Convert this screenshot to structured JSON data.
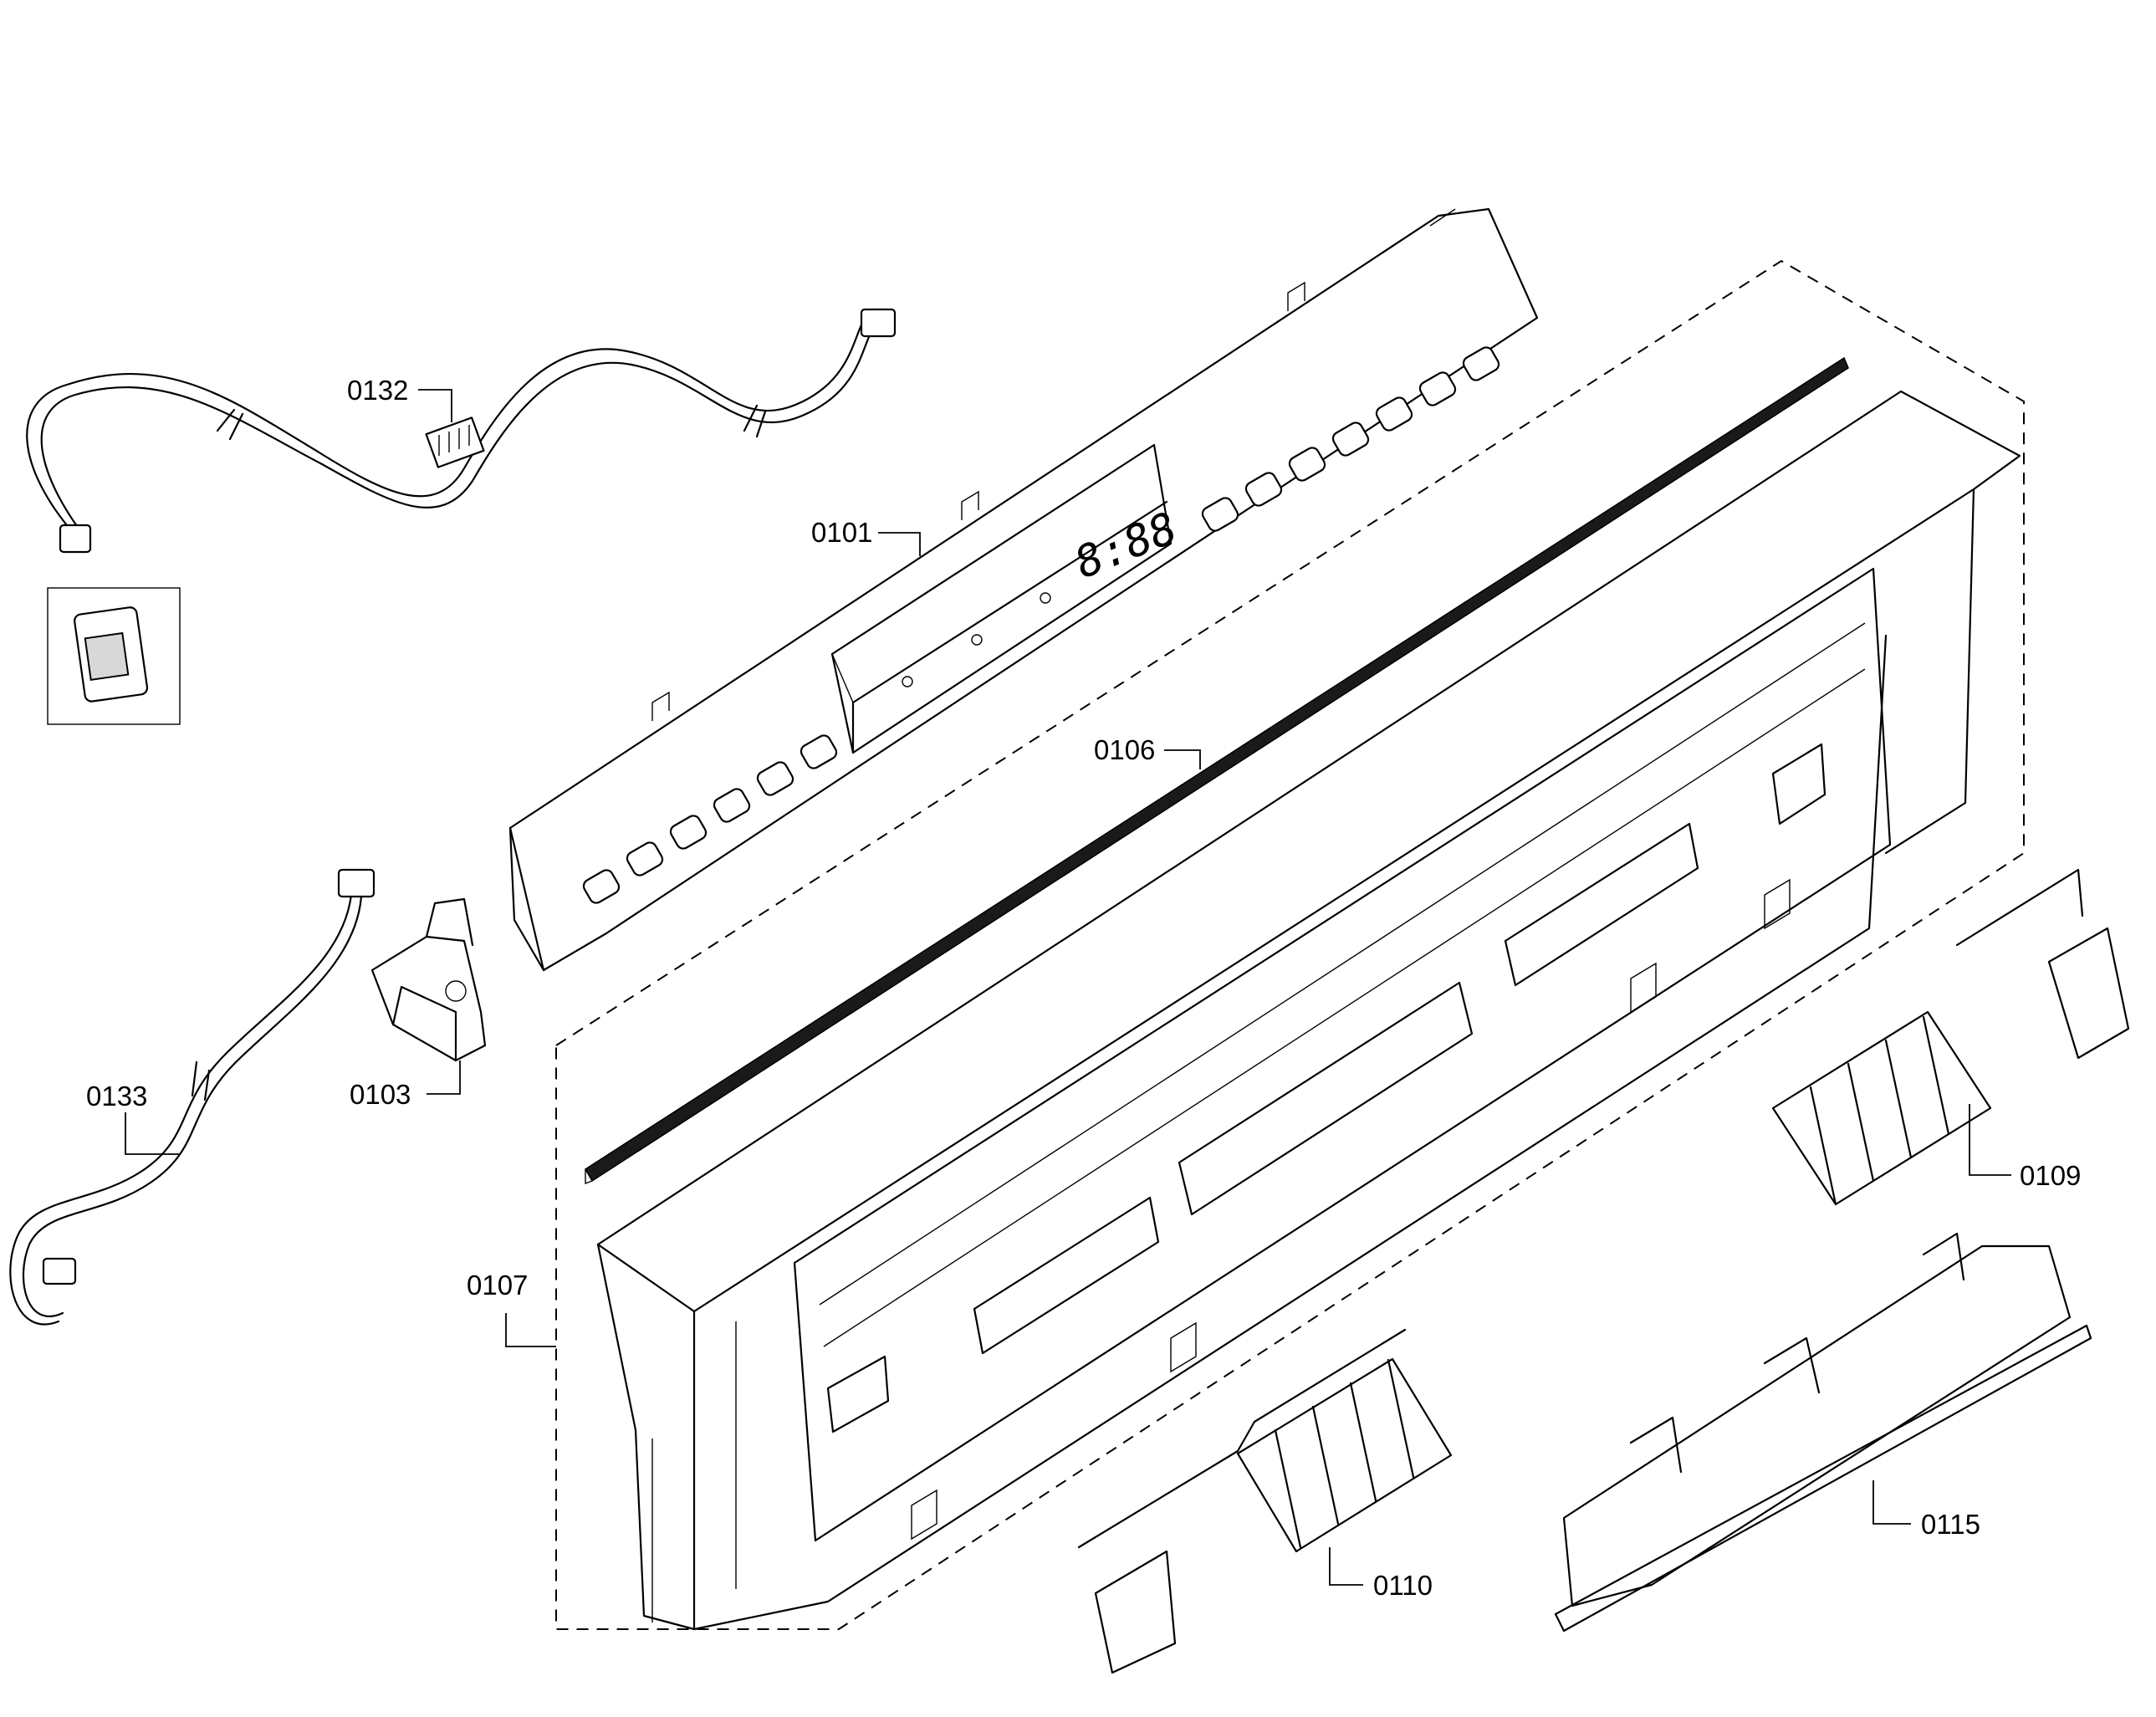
{
  "labels": {
    "p0101": "0101",
    "p0103": "0103",
    "p0106": "0106",
    "p0107": "0107",
    "p0109": "0109",
    "p0110": "0110",
    "p0115": "0115",
    "p0132": "0132",
    "p0133": "0133"
  },
  "display_readout": "8:88"
}
